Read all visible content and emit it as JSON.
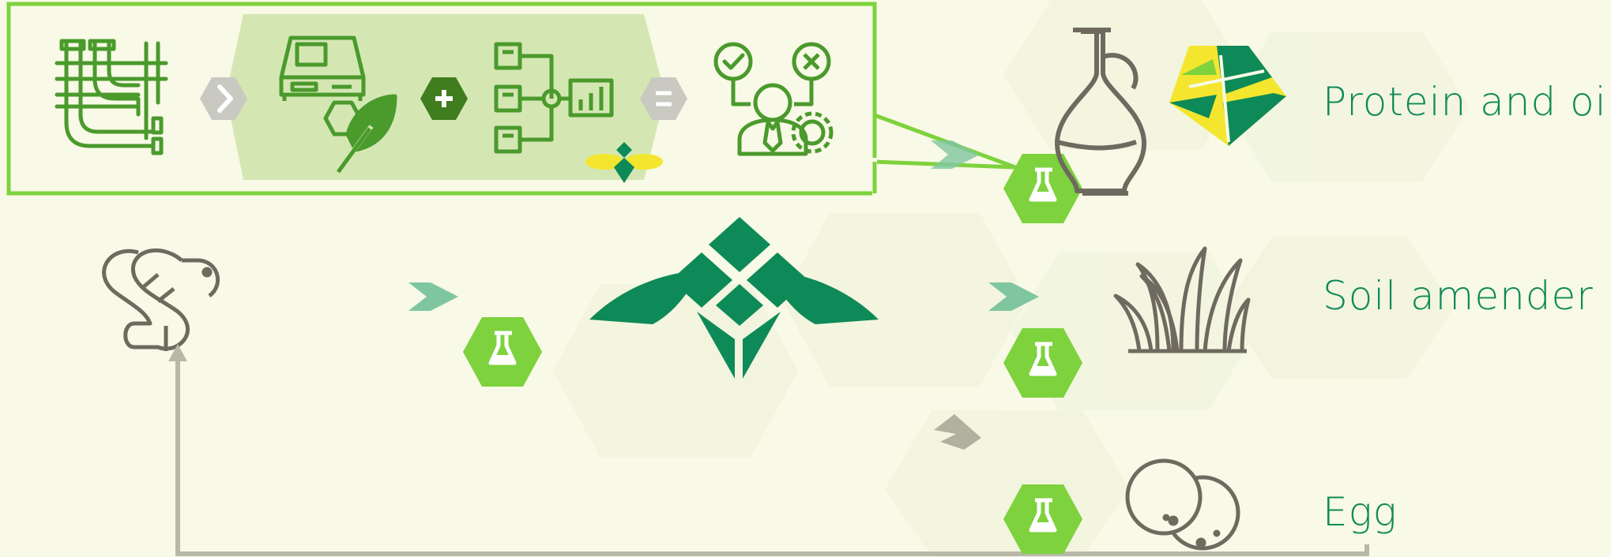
{
  "products": [
    {
      "id": "protein",
      "label": "Protein and oil"
    },
    {
      "id": "soil",
      "label": "Soil amender"
    },
    {
      "id": "egg",
      "label": "Egg"
    }
  ],
  "process_bar": {
    "steps": [
      "pipes-icon",
      "chevron-icon",
      "machine-leaf-icon",
      "plus-icon",
      "process-chart-icon",
      "equals-icon",
      "decision-person-icon"
    ]
  },
  "colors": {
    "brand_green": "#0d8a57",
    "accent_green": "#7ed23d",
    "dark_green": "#4b8a25",
    "icon_green": "#4a9a2c",
    "gray": "#6f6a60",
    "line_gray": "#b8b8a8",
    "background": "#f8f9e6",
    "yellow": "#f4e62e"
  }
}
